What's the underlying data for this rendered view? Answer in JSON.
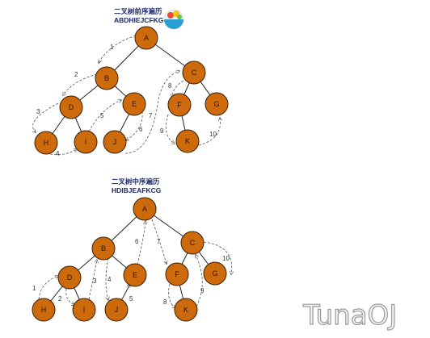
{
  "diagrams": [
    {
      "id": "preorder",
      "title": "二叉树前序遍历",
      "sequence": "ABDHIEJCFKG",
      "nodes": [
        "A",
        "B",
        "C",
        "D",
        "E",
        "F",
        "G",
        "H",
        "I",
        "J",
        "K"
      ],
      "steps": [
        "1",
        "2",
        "3",
        "4",
        "5",
        "6",
        "7",
        "8",
        "9",
        "10"
      ]
    },
    {
      "id": "inorder",
      "title": "二叉树中序遍历",
      "sequence": "HDIBJEAFKCG",
      "nodes": [
        "A",
        "B",
        "C",
        "D",
        "E",
        "F",
        "G",
        "H",
        "I",
        "J",
        "K"
      ],
      "steps": [
        "1",
        "2",
        "3",
        "4",
        "5",
        "6",
        "7",
        "8",
        "9",
        "10"
      ]
    }
  ],
  "watermark": {
    "text": "TunaOJ"
  },
  "icons": {
    "logo": "colorful-bowl-icon"
  },
  "colors": {
    "node_fill": "#cc6a0c",
    "title": "#1d2a6b"
  }
}
